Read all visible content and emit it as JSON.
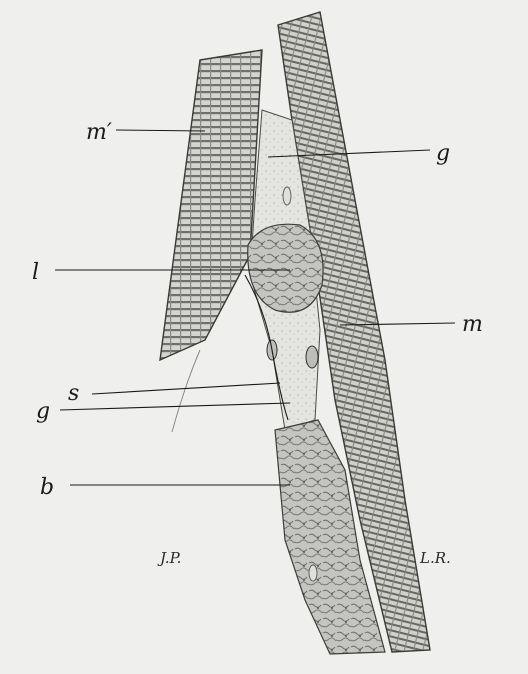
{
  "labels": {
    "m_prime": "m′",
    "g_top": "g",
    "l": "l",
    "m": "m",
    "s": "s",
    "g_bottom": "g",
    "b": "b"
  },
  "signatures": {
    "left": "J.P.",
    "right": "L.R."
  },
  "colors": {
    "paper": "#efefed",
    "ink": "#1a1a1a",
    "fibre_fill": "#cfcfcb",
    "fibre_dark": "#6d6d69",
    "lumen": "#e6e6e2"
  }
}
